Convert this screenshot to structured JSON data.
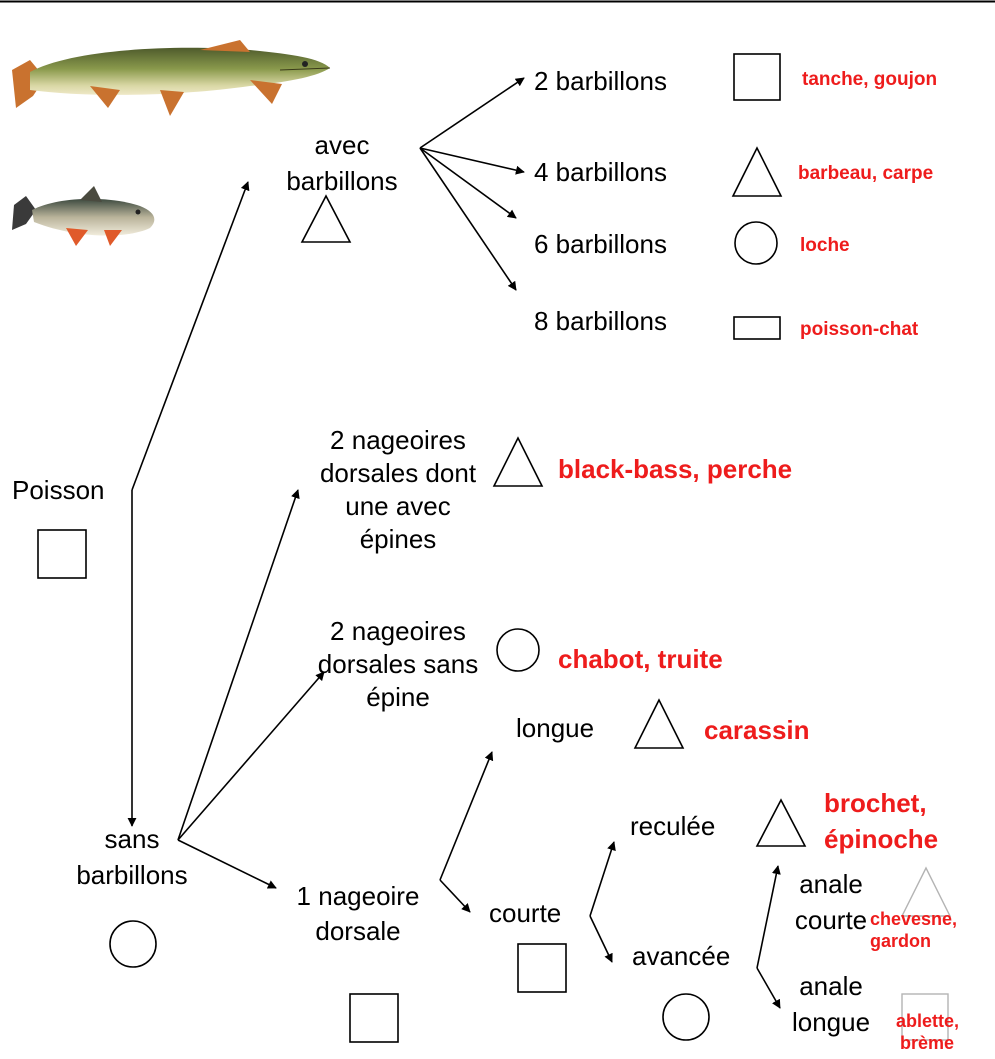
{
  "colors": {
    "answer": "#ee1c1c",
    "line": "#000000",
    "faint_shape": "#b4b4b4"
  },
  "images": {
    "pike": "pike-fish-illustration",
    "chub": "chub-fish-illustration"
  },
  "nodes": {
    "poisson": "Poisson",
    "avec_barbillons": [
      "avec",
      "barbillons"
    ],
    "sans_barbillons": [
      "sans",
      "barbillons"
    ],
    "b2": "2 barbillons",
    "b4": "4 barbillons",
    "b6": "6 barbillons",
    "b8": "8 barbillons",
    "dorsal_epines": [
      "2 nageoires",
      "dorsales dont",
      "une avec",
      "épines"
    ],
    "dorsal_sans": [
      "2 nageoires",
      "dorsales sans",
      "épine"
    ],
    "une_nageoire": [
      "1 nageoire",
      "dorsale"
    ],
    "longue": "longue",
    "courte": "courte",
    "reculee": "reculée",
    "avancee": "avancée",
    "anale_courte": [
      "anale",
      "courte"
    ],
    "anale_longue": [
      "anale",
      "longue"
    ]
  },
  "answers": {
    "b2": "tanche, goujon",
    "b4": "barbeau, carpe",
    "b6": "loche",
    "b8": "poisson-chat",
    "dorsal_epines": "black-bass, perche",
    "dorsal_sans": "chabot, truite",
    "longue": "carassin",
    "reculee": [
      "brochet,",
      "épinoche"
    ],
    "anale_courte": [
      "chevesne,",
      "gardon"
    ],
    "anale_longue": [
      "ablette,",
      "brème"
    ]
  }
}
